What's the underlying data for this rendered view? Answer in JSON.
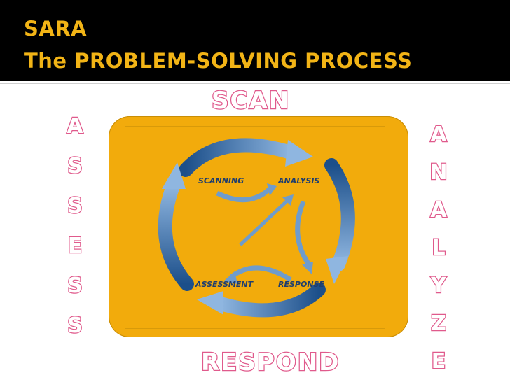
{
  "title": {
    "line1": "SARA",
    "line2": "The PROBLEM-SOLVING PROCESS"
  },
  "labels": {
    "top": "SCAN",
    "bottom": "RESPOND",
    "left": [
      "A",
      "S",
      "S",
      "E",
      "S",
      "S"
    ],
    "right": [
      "A",
      "N",
      "A",
      "L",
      "Y",
      "Z",
      "E"
    ]
  },
  "cycle": {
    "scanning": "SCANNING",
    "analysis": "ANALYSIS",
    "assessment": "ASSESSMENT",
    "response": "RESPONSE"
  },
  "colors": {
    "header_bg": "#000000",
    "title_text": "#f2b416",
    "panel": "#f2ab0c",
    "arrow_dark": "#1c4f8a",
    "arrow_light": "#9fc3e8",
    "outline_letters": "#e05a8c"
  }
}
